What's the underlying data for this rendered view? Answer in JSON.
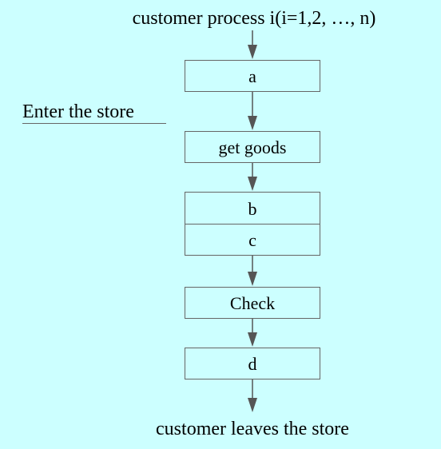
{
  "title": "customer process i(i=1,2, …, n)",
  "side_label": "Enter the store",
  "steps": {
    "a": "a",
    "get_goods": "get goods",
    "b": "b",
    "c": "c",
    "check": "Check",
    "d": "d"
  },
  "footer": "customer leaves the store",
  "colors": {
    "background": "#ccffff",
    "box_border": "#666666",
    "arrow": "#555555"
  }
}
